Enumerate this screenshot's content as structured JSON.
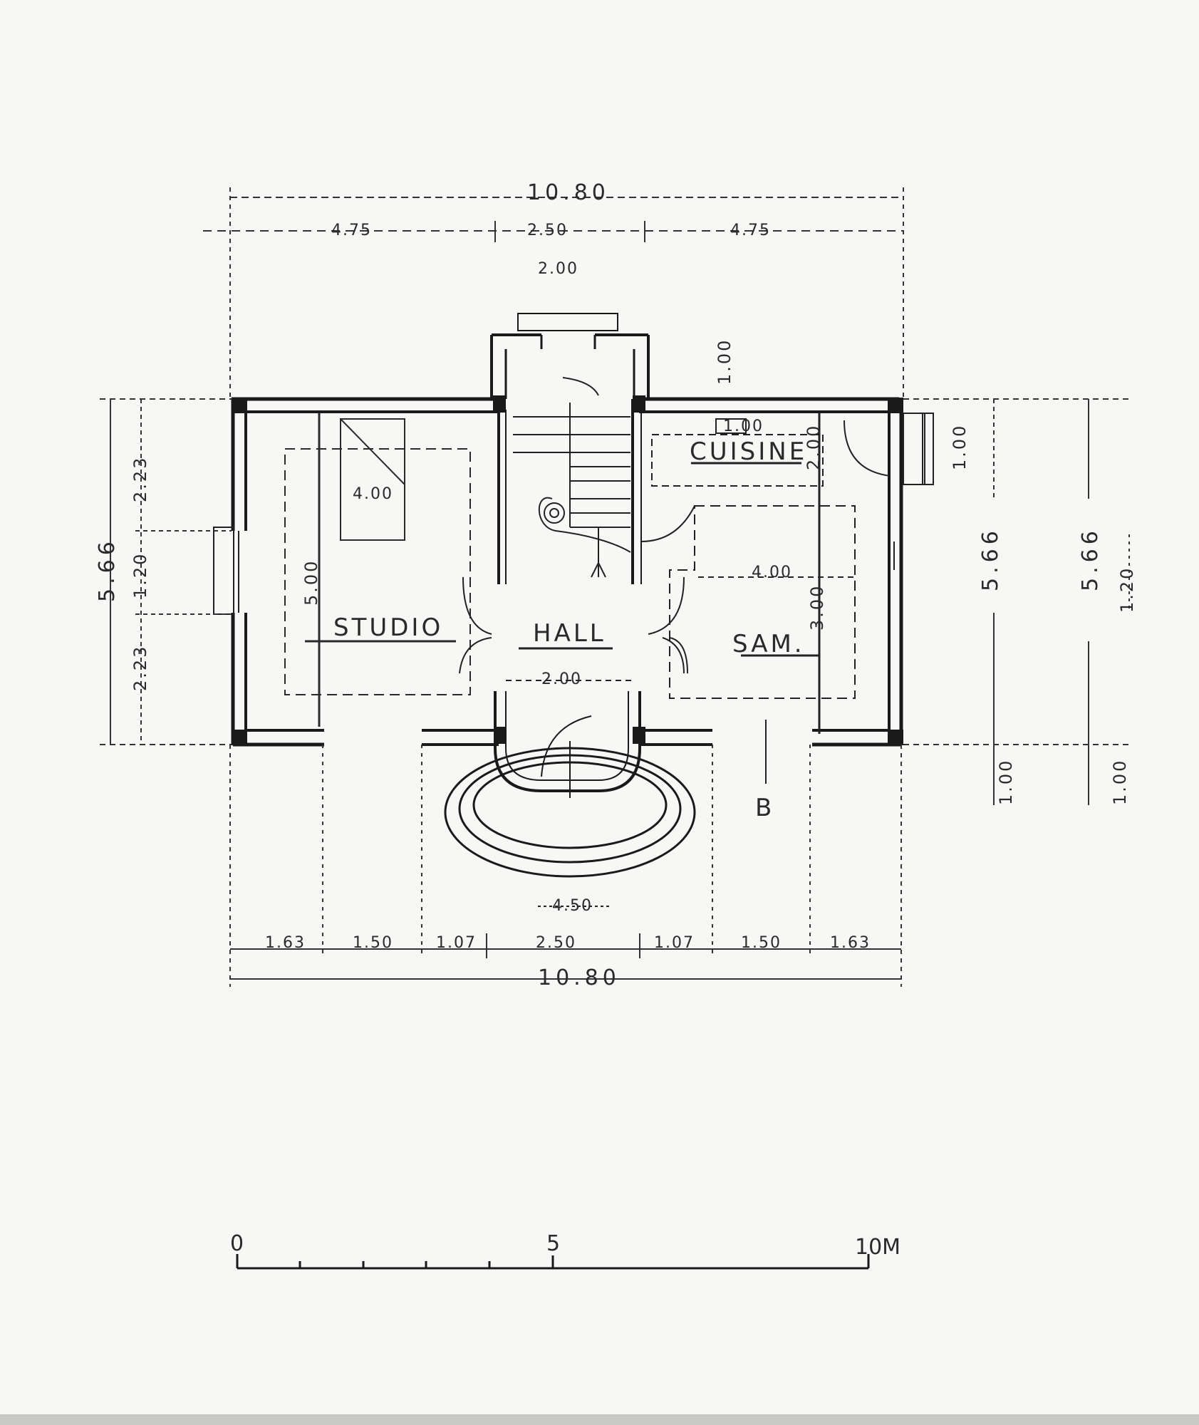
{
  "rooms": {
    "studio": "STUDIO",
    "hall": "HALL",
    "cuisine": "CUISINE",
    "sam": "SAM."
  },
  "dimensions": {
    "top_total": "10.80",
    "top_left": "4.75",
    "top_mid": "2.50",
    "top_right": "4.75",
    "top_extra": "2.00",
    "entry_stair_width": "1.00",
    "bottom_total": "10.80",
    "bottom_segments": [
      "1.63",
      "1.50",
      "1.07",
      "2.50",
      "1.07",
      "1.50",
      "1.63"
    ],
    "porch_width": "4.50",
    "left_total": "5.66",
    "left_segments": [
      "2.23",
      "1.20",
      "2.23"
    ],
    "right_total_inner": "5.66",
    "right_total_outer": "5.66",
    "right_segments": [
      "1.20"
    ],
    "right_offsets": [
      "1.00",
      "1.00"
    ],
    "studio_length": "5.00",
    "studio_cabinet": "4.00",
    "hall_door": "2.00",
    "cuisine_top": "1.00",
    "cuisine_height": "2.00",
    "sam_width": "4.00",
    "sam_height": "3.00",
    "kitchen_window": "1.00"
  },
  "scale_bar": {
    "labels": [
      "0",
      "5",
      "10M"
    ]
  },
  "marks": {
    "section_marker": "B"
  }
}
